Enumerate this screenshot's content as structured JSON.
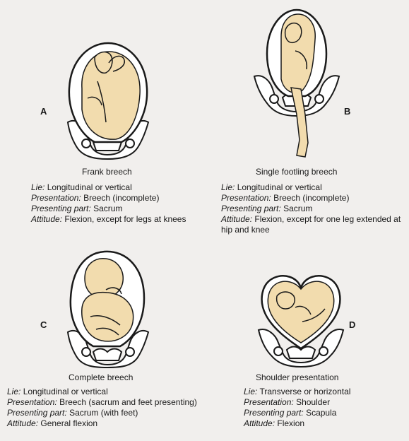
{
  "panels": [
    {
      "letter": "A",
      "title": "Frank breech",
      "lie_label": "Lie:",
      "lie": "Longitudinal or vertical",
      "presentation_label": "Presentation:",
      "presentation": "Breech (incomplete)",
      "part_label": "Presenting part:",
      "part": "Sacrum",
      "attitude_label": "Attitude:",
      "attitude": "Flexion, except for legs at knees"
    },
    {
      "letter": "B",
      "title": "Single footling breech",
      "lie_label": "Lie:",
      "lie": "Longitudinal or vertical",
      "presentation_label": "Presentation:",
      "presentation": "Breech (incomplete)",
      "part_label": "Presenting part:",
      "part": "Sacrum",
      "attitude_label": "Attitude:",
      "attitude": "Flexion, except for one leg extended at hip and knee"
    },
    {
      "letter": "C",
      "title": "Complete breech",
      "lie_label": "Lie:",
      "lie": "Longitudinal or vertical",
      "presentation_label": "Presentation:",
      "presentation": "Breech (sacrum and feet presenting)",
      "part_label": "Presenting part:",
      "part": "Sacrum (with feet)",
      "attitude_label": "Attitude:",
      "attitude": "General flexion"
    },
    {
      "letter": "D",
      "title": "Shoulder presentation",
      "lie_label": "Lie:",
      "lie": "Transverse or horizontal",
      "presentation_label": "Presentation:",
      "presentation": "Shoulder",
      "part_label": "Presenting part:",
      "part": "Scapula",
      "attitude_label": "Attitude:",
      "attitude": "Flexion"
    }
  ],
  "colors": {
    "background": "#f1efed",
    "fetus": "#f2dcae",
    "uterus": "#ffffff",
    "outline": "#1a1a1a"
  }
}
